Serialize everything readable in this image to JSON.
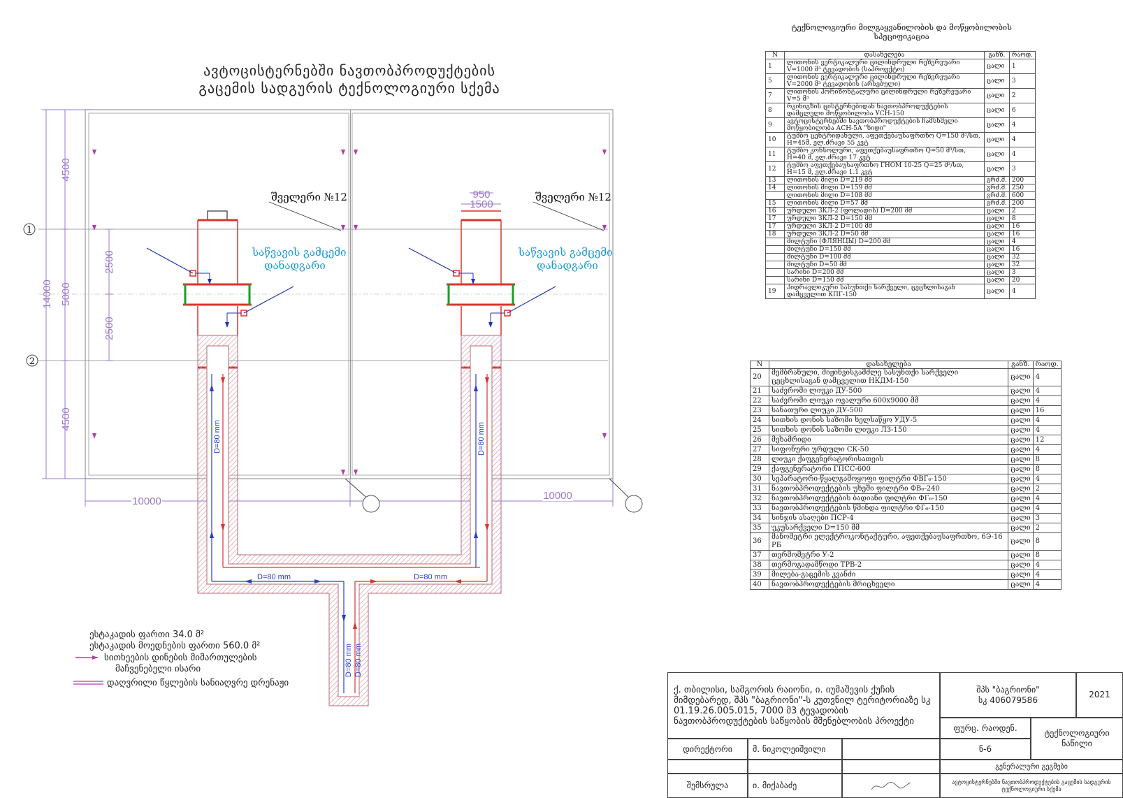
{
  "plan": {
    "title_line1": "ავტოცისტერნებში ნავთობპროდუქტების",
    "title_line2": "გაცემის სადგურის ტექნოლოგიური სქემა",
    "axis_1": "1",
    "axis_2": "2",
    "dim_4500_top": "4500",
    "dim_2500_a": "2500",
    "dim_5000": "5000",
    "dim_14000": "14000",
    "dim_2500_b": "2500",
    "dim_4500_bottom": "4500",
    "dim_10000_left": "10000",
    "dim_10000_right": "10000",
    "dim_950": "950",
    "dim_1500": "1500",
    "shveleri_left": "შველერი №12",
    "shveleri_right": "შველერი №12",
    "unit_left_line1": "საწვავის გამცემი",
    "unit_left_line2": "დანადგარი",
    "unit_right_line1": "საწვავის გამცემი",
    "unit_right_line2": "დანადგარი",
    "pipe_labels": {
      "vert_left": "D=80 mm",
      "vert_right": "D=80 mm",
      "horiz_left": "D=80 mm",
      "horiz_right": "D=80 mm",
      "bottom_a": "D=80 mm",
      "bottom_b": "D=80 mm"
    }
  },
  "legend": {
    "line1": "ესტაკადის ფართი 34.0 მ²",
    "line2": "ესტაკადის მოედნების ფართი 560.0 მ²",
    "line3": "სითხეების დინების მიმართულების",
    "line3b": "მაჩვენებელი ისარი",
    "line4": "დაღვრილი წყლების სანიაღვრე დრენაჟი"
  },
  "spec1": {
    "title_line1": "ტექნოლოგიური მილგაყვანილობის და მოწყობილობის",
    "title_line2": "სპეციფიკაცია",
    "headers": [
      "N",
      "დასახელება",
      "განზ.",
      "რაოდ."
    ],
    "rows": [
      [
        "1",
        "ლითონის ვერტიკალური ცილინდრული რეზერვუარი V=1000 მ³ ტევადობის (საპროექტო)",
        "ცალი",
        "1"
      ],
      [
        "5",
        "ლითონის ვერტიკალური ცილინდრული რეზერვუარი V=2000 მ³ ტევადობის (არსებული)",
        "ცალი",
        "3"
      ],
      [
        "7",
        "ლითონის ჰორიზონტალური ცილინდრული რეზერვუარი V=5 მ³",
        "ცალი",
        "2"
      ],
      [
        "8",
        "რკინიგზის ცისტერნებიდან ნავთობპროდუქტების დამცლელი მოწყობილობა УСН-150",
        "ცალი",
        "6"
      ],
      [
        "9",
        "ავტოცისტერნებში ნავთობპროდუქტების ჩამსხმელი მოწყობილობა АСН-5А \"ხიდი\"",
        "ცალი",
        "4"
      ],
      [
        "10",
        "ტუმბო ცენტრიდანული, აფეთქებაუსაფრთხო Q=150 მ³/სთ, H=45მ, ელ.ძრავი 55 კვტ",
        "ცალი",
        "4"
      ],
      [
        "11",
        "ტუმბო კონსოლური, აფეთქებაუსაფრთხო Q=50 მ³/სთ, H=40 მ, ელ.ძრავი 17 კვტ",
        "ცალი",
        "4"
      ],
      [
        "12",
        "ტუმბო აფეთქებაუსაფრთხო ГНОМ 10-25 Q=25 მ³/სთ, H=15 მ, ელ.ძრავი 1.1 კვტ",
        "ცალი",
        "3"
      ],
      [
        "13",
        "ლითონის მილი D=219 მმ",
        "გრძ.მ.",
        "200"
      ],
      [
        "14",
        "ლითონის მილი D=159 მმ",
        "გრძ.მ.",
        "250"
      ],
      [
        "",
        "ლითონის მილი   D=108 მმ",
        "გრძ.მ.",
        "600"
      ],
      [
        "15",
        "ლითონის მილი D=57 მმ",
        "გრძ.მ.",
        "200"
      ],
      [
        "16",
        "ურდული ЗКЛ-2 (ფოლადის) D=200 მმ",
        "ცალი",
        "2"
      ],
      [
        "17",
        "ურდული ЗКЛ-2 D=150 მმ",
        "ცალი",
        "8"
      ],
      [
        "17",
        "ურდული ЗКЛ-2 D=100 მმ",
        "ცალი",
        "16"
      ],
      [
        "18",
        "ურდული ЗКЛ-2 D=50 მმ",
        "ცალი",
        "16"
      ],
      [
        "",
        "მილტუჩი (ФЛЯНЦЫ)  D=200 მმ",
        "ცალი",
        "4"
      ],
      [
        "",
        "მილტუჩი D=150 მმ",
        "ცალი",
        "16"
      ],
      [
        "",
        "მილტუჩი D=100 მმ",
        "ცალი",
        "32"
      ],
      [
        "",
        "მილტუჩი D=50 მმ",
        "ცალი",
        "32"
      ],
      [
        "",
        "სარინი D=200 მმ",
        "ცალი",
        "3"
      ],
      [
        "",
        "სარინი D=150 მმ",
        "ცალი",
        "20"
      ],
      [
        "19",
        "ჰიდრავლიკური სასუნთქი სარქველი, ცეცხლისაგან დამცველით КПГ-150",
        "ცალი",
        "4"
      ]
    ]
  },
  "spec2": {
    "headers": [
      "N",
      "დასახელება",
      "განზ.",
      "რაოდ."
    ],
    "rows": [
      [
        "20",
        "მემბრანული, მიჟინვისგამძლე სასუნთქი სარქველი ცეცხლისაგან დამცველით НКДМ-150",
        "ცალი",
        "4"
      ],
      [
        "21",
        "საძვრომი ლიუკი ДУ-500",
        "ცალი",
        "4"
      ],
      [
        "22",
        "საძვრომი ლიუკი ოვალური 600x9000 მმ",
        "ცალი",
        "4"
      ],
      [
        "23",
        "სანათური ლიუკი ДУ-500",
        "ცალი",
        "16"
      ],
      [
        "24",
        "სითხის დონის საზომი ხელსაწყო УДУ-5",
        "ცალი",
        "4"
      ],
      [
        "25",
        "სითხის დონის საზომი ლიუკი ЛЗ-150",
        "ცალი",
        "4"
      ],
      [
        "26",
        "მეხამრიდი",
        "ცალი",
        "12"
      ],
      [
        "27",
        "სიფონური ურდული СК-50",
        "ცალი",
        "4"
      ],
      [
        "28",
        "ლიუკი ქაფგენერატორისათვის",
        "ცალი",
        "8"
      ],
      [
        "29",
        "ქაფგენერატორი ГПСС-600",
        "ცალი",
        "8"
      ],
      [
        "30",
        "სეპარატორი-წყალგამოყოფი ფილტრი ФВГ₆-150",
        "ცალი",
        "4"
      ],
      [
        "31",
        "ნავთობპროდუქტების უხეში ფილტრი ФВ₆-240",
        "ცალი",
        "2"
      ],
      [
        "32",
        "ნავთობპროდუქტების ბადიანი ფილტრი ФГ₆-150",
        "ცალი",
        "4"
      ],
      [
        "33",
        "ნავთობპროდუქტების წმინდა ფილტრი ФГ₆-150",
        "ცალი",
        "4"
      ],
      [
        "34",
        "სინჯის ასაღები ПСР-4",
        "ცალი",
        "3"
      ],
      [
        "35",
        "უკუსარქველი D=150 მმ",
        "ცალი",
        "2"
      ],
      [
        "36",
        "მანომეტრი ელექტროკონტაქტური, აფეთქებაუსაფრთხო, 6Э-16 РБ",
        "ცალი",
        "8"
      ],
      [
        "37",
        "თერმომეტრი У-2",
        "ცალი",
        "8"
      ],
      [
        "38",
        "თერმოგადამწოდი ТРВ-2",
        "ცალი",
        "4"
      ],
      [
        "39",
        "მილება-გაცემის კვანძი",
        "ცალი",
        "4"
      ],
      [
        "40",
        "ნავთობპროდუქტების მრიცხველი",
        "ცალი",
        "4"
      ]
    ]
  },
  "stamp": {
    "project": "ქ. თბილისი, სამგორის რაიონი, ი. იუმაშევის ქუჩის მიმდებარედ, შპს \"ბაგრიონი\"-ს კუთვნილ ტერიტორიაზე სკ 01.19.26.005.015, 7000 მ3 ტევადობის ნავთობპროდუქტების საწყობის მშენებლობის პროექტი",
    "company": "შპს \"ბაგრიონი\"",
    "company_id": "სკ 406079586",
    "year": "2021",
    "sheet_label": "ფურც. რაოდენ.",
    "sheet_value": "ნ-6",
    "part_title": "ტექნოლოგიური ნაწილი",
    "director_label": "დირექტორი",
    "director_name": "მ. ნიკოლეიშვილი",
    "general_plan": "გენერალური გეგმები",
    "executor_label": "შემსრულა",
    "executor_name": "ი. მიქაბაძე",
    "sheet_title": "ავტოცისტერნებში ნავთობპროდუქტების გაცემის სადგურის ტექნოლოგიური სქემა"
  }
}
